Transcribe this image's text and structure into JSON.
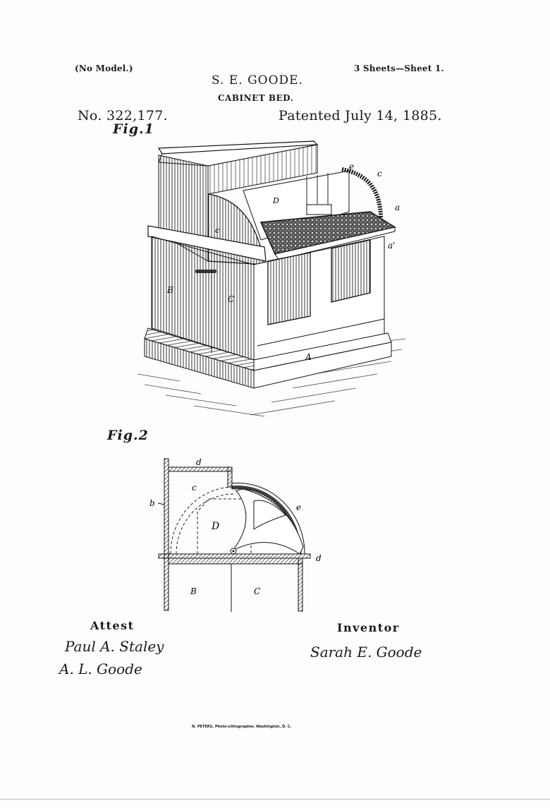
{
  "header": {
    "model_note": "(No Model.)",
    "sheet_info": "3 Sheets—Sheet 1.",
    "inventor": "S. E. GOODE.",
    "title": "CABINET BED.",
    "patent_number": "No. 322,177.",
    "patent_date": "Patented July 14, 1885."
  },
  "figures": [
    {
      "label": "Fig.1",
      "annotations": [
        "e",
        "c",
        "a",
        "a'",
        "D",
        "c",
        "B",
        "C",
        "A"
      ]
    },
    {
      "label": "Fig.2",
      "annotations": [
        "d",
        "c",
        "b",
        "e",
        "D",
        "d",
        "B",
        "C"
      ]
    }
  ],
  "signatures": {
    "attest_label": "Attest",
    "witnesses": [
      "Paul A. Staley",
      "A. L. Goode"
    ],
    "inventor_label": "Inventor",
    "inventor_signature": "Sarah E. Goode"
  },
  "footer": {
    "lithographer": "N. PETERS, Photo-Lithographer, Washington, D. C."
  }
}
